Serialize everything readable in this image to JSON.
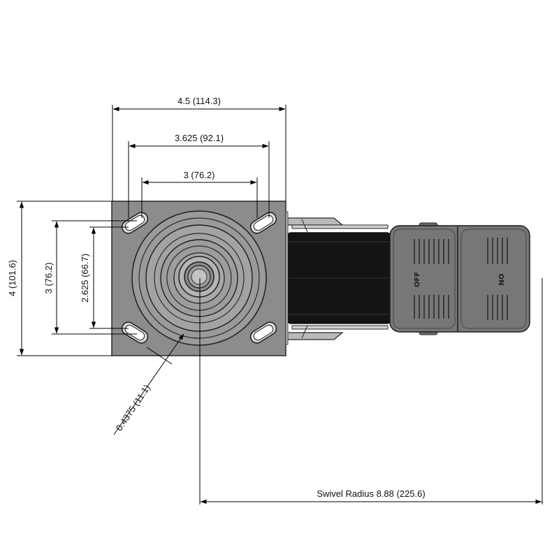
{
  "colors": {
    "plate": "#8c8c8c",
    "plate_stroke": "#2a2a2a",
    "wheel": "#141414",
    "brake": "#777777",
    "dim_line": "#000000",
    "background": "#ffffff"
  },
  "dimensions": {
    "plate_width": "4.5 (114.3)",
    "bolt_outer": "3.625 (92.1)",
    "bolt_inner": "3 (76.2)",
    "plate_height": "4 (101.6)",
    "bolt_v_outer": "3 (76.2)",
    "bolt_v_inner": "2.625 (66.7)",
    "slot_width": "0.4375 (11.1)",
    "swivel_radius": "Swivel Radius 8.88 (225.6)"
  },
  "brake_labels": {
    "off": "OFF",
    "on": "ON"
  }
}
